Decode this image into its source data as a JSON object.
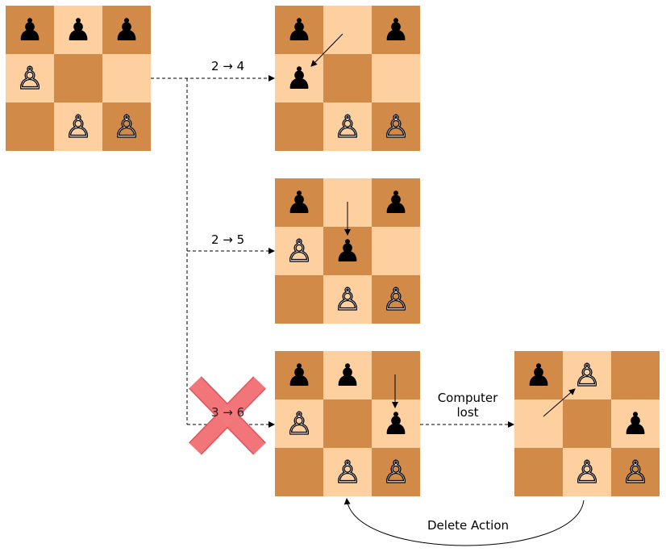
{
  "boards": [
    {
      "id": "initial",
      "cells": [
        "b",
        "b",
        "b",
        "w",
        "",
        "",
        "",
        "w",
        "w"
      ]
    },
    {
      "id": "move-2-4",
      "cells": [
        "b",
        "",
        "b",
        "b",
        "",
        "",
        "",
        "w",
        "w"
      ]
    },
    {
      "id": "move-2-5",
      "cells": [
        "b",
        "",
        "b",
        "w",
        "b",
        "",
        "",
        "w",
        "w"
      ]
    },
    {
      "id": "move-3-6",
      "cells": [
        "b",
        "b",
        "",
        "w",
        "",
        "b",
        "",
        "w",
        "w"
      ]
    },
    {
      "id": "lost",
      "cells": [
        "b",
        "w",
        "",
        "",
        "",
        "b",
        "",
        "w",
        "w"
      ]
    }
  ],
  "labels": {
    "move_a": "2 → 4",
    "move_b": "2 → 5",
    "move_c": "3 → 6",
    "computer_lost_1": "Computer",
    "computer_lost_2": "lost",
    "delete_action": "Delete Action"
  },
  "colors": {
    "dark_square": "#d18a47",
    "light_square": "#fecf9f",
    "cross": "#f4787c",
    "cross_edge": "#e0535a"
  },
  "icons": {
    "black_pawn": "♟",
    "white_pawn": "♙",
    "deleted_move": "x-mark"
  }
}
